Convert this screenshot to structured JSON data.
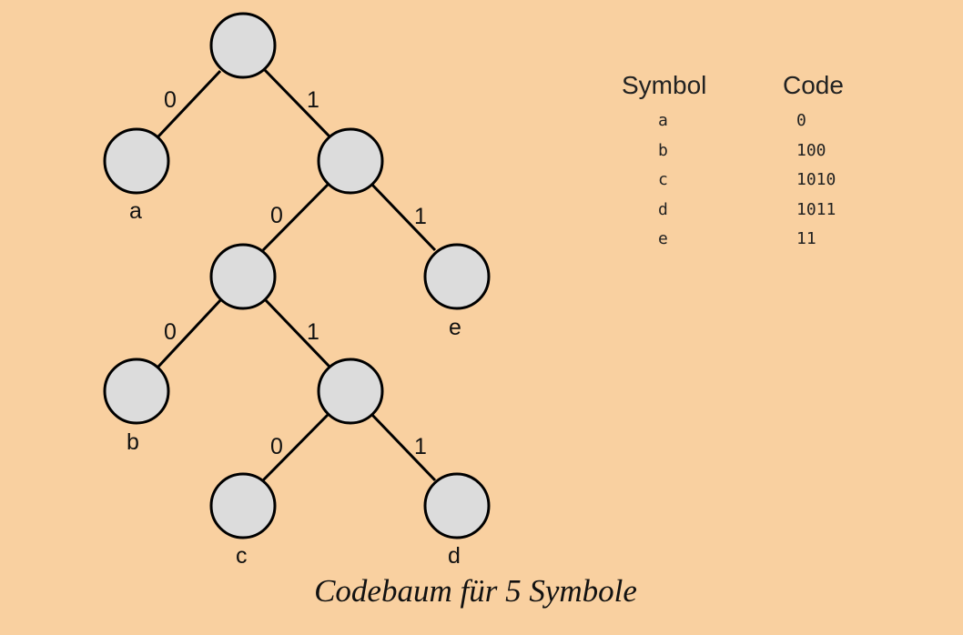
{
  "tree": {
    "edge_labels": {
      "root_left": "0",
      "root_right": "1",
      "n1_left": "0",
      "n1_right": "1",
      "n2_left": "0",
      "n2_right": "1",
      "n3_left": "0",
      "n3_right": "1"
    },
    "leaf_labels": {
      "a": "a",
      "b": "b",
      "c": "c",
      "d": "d",
      "e": "e"
    }
  },
  "table": {
    "header_symbol": "Symbol",
    "header_code": "Code",
    "rows": [
      {
        "symbol": "a",
        "code": "0"
      },
      {
        "symbol": "b",
        "code": "100"
      },
      {
        "symbol": "c",
        "code": "1010"
      },
      {
        "symbol": "d",
        "code": "1011"
      },
      {
        "symbol": "e",
        "code": "11"
      }
    ]
  },
  "caption": "Codebaum für 5 Symbole"
}
